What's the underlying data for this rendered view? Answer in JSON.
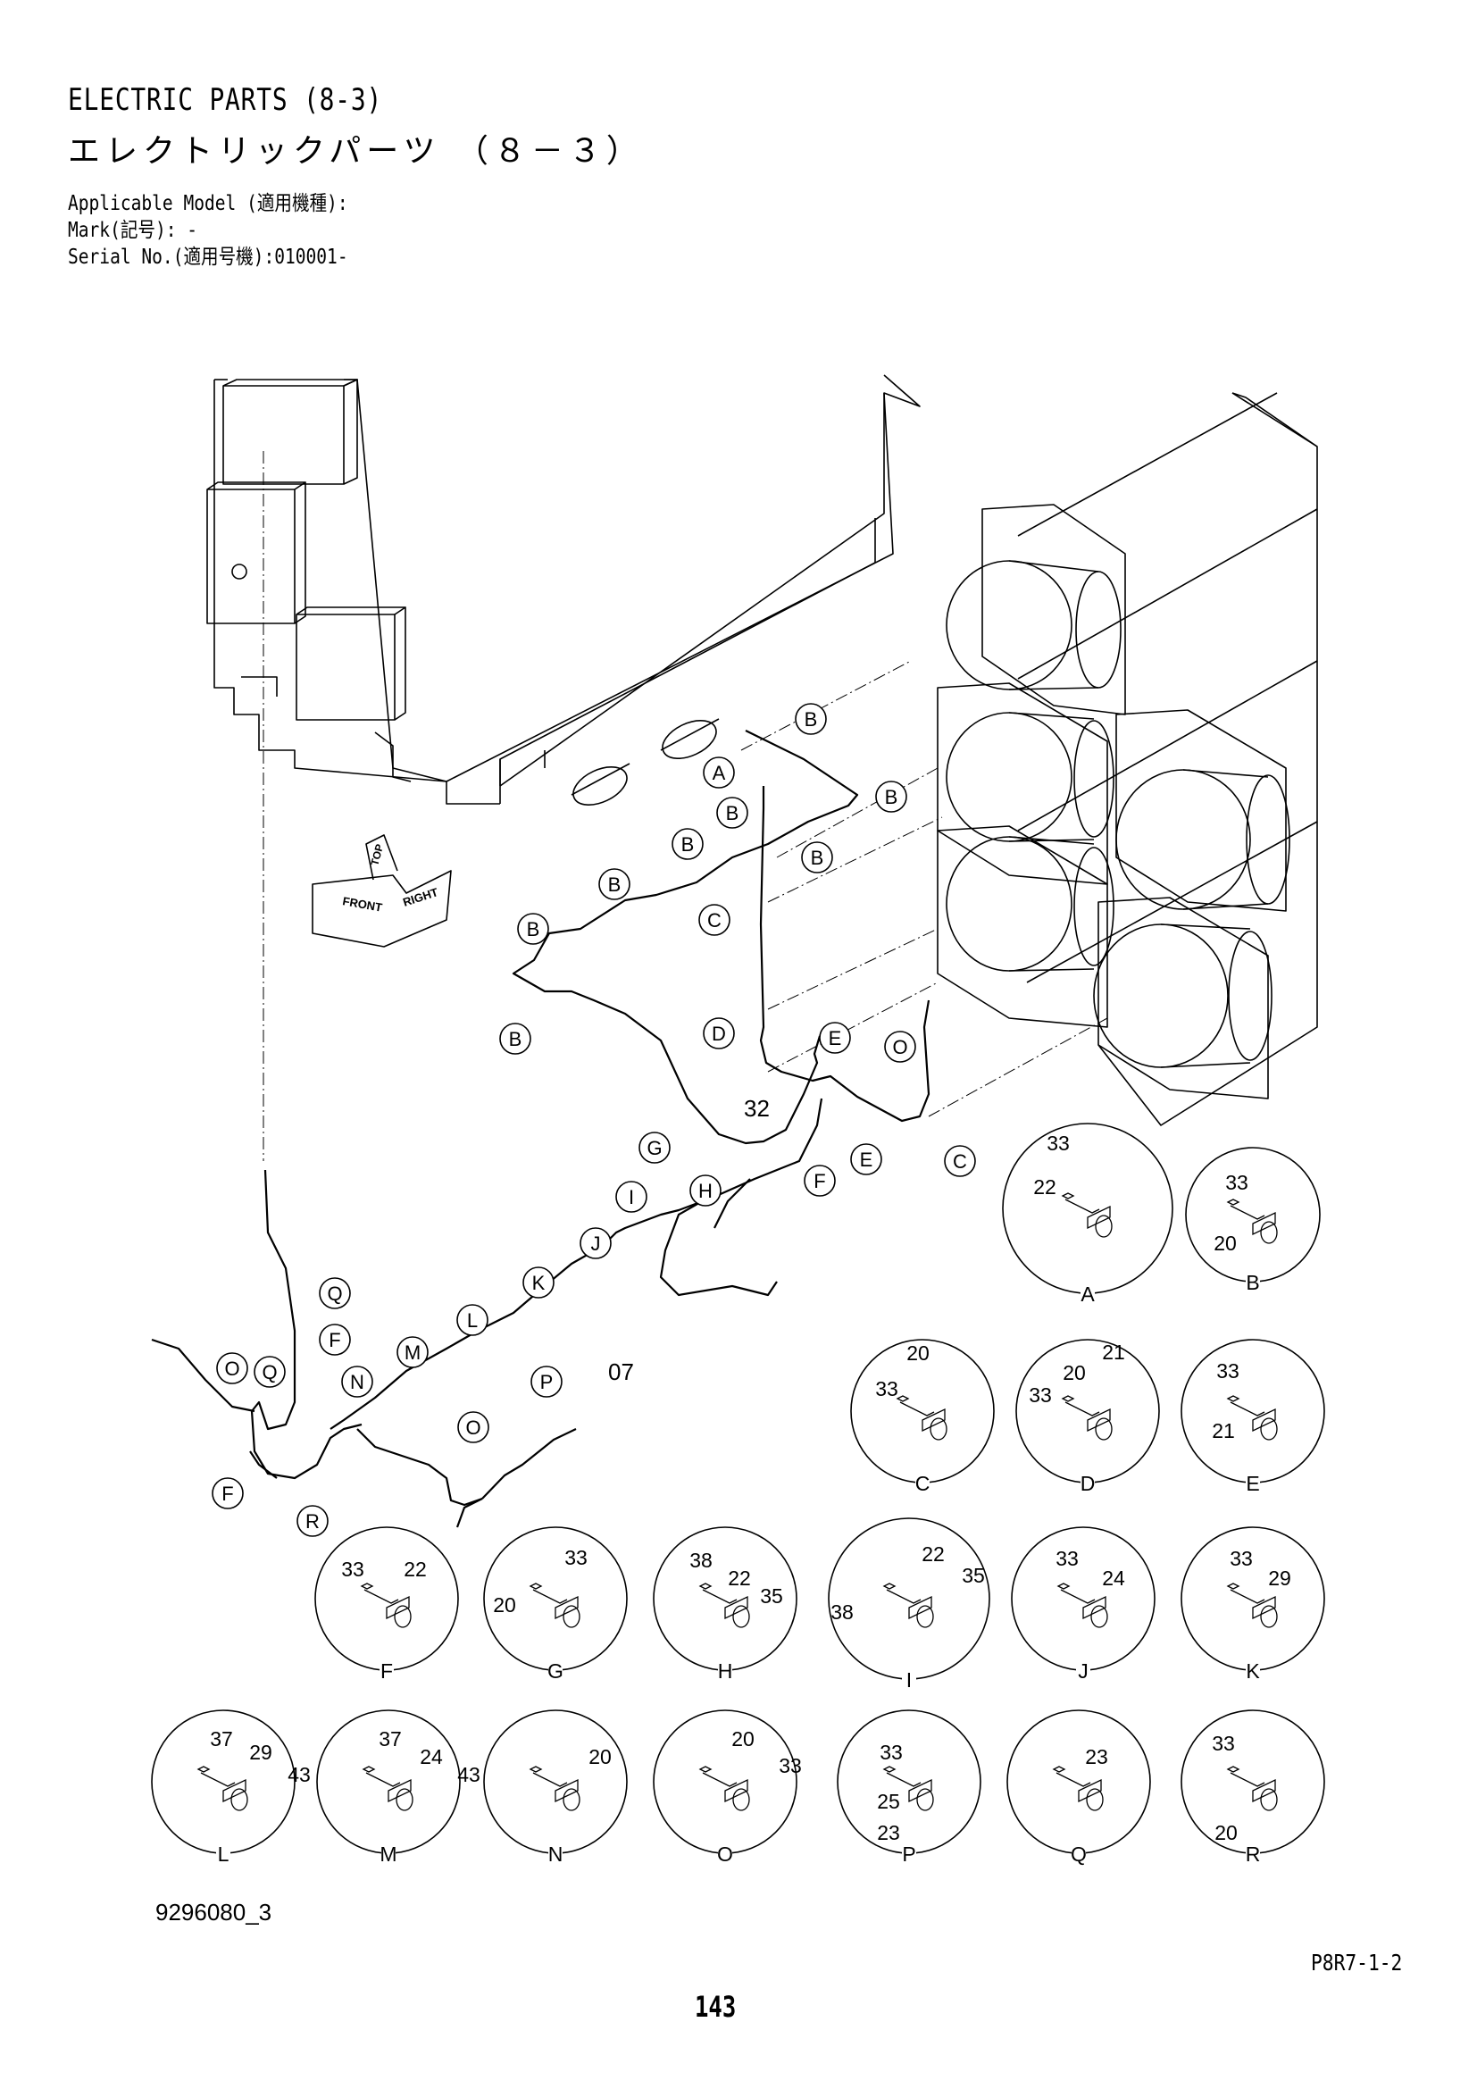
{
  "header": {
    "title_en": "ELECTRIC PARTS (8-3)",
    "title_ja": "エレクトリックパーツ （８－３）",
    "applicable_model": "Applicable Model (適用機種):",
    "mark": "Mark(記号): -",
    "serial_no": "Serial No.(適用号機):010001-"
  },
  "footer": {
    "drawing_id": "9296080_3",
    "page_code": "P8R7-1-2",
    "page_number": "143"
  },
  "harness_label": "07",
  "clamp_part_no": "32",
  "orientation": {
    "front": "FRONT",
    "right": "RIGHT",
    "top": "TOP"
  },
  "clamp_callouts": [
    "A",
    "B",
    "B",
    "B",
    "B",
    "B",
    "B",
    "B",
    "B",
    "C",
    "C",
    "D",
    "E",
    "E",
    "O",
    "G",
    "H",
    "I",
    "J",
    "K",
    "L",
    "M",
    "N",
    "O",
    "O",
    "P",
    "Q",
    "Q",
    "F",
    "F",
    "F",
    "R"
  ],
  "details": [
    {
      "letter": "A",
      "parts": [
        "33",
        "22"
      ]
    },
    {
      "letter": "B",
      "parts": [
        "33",
        "20"
      ]
    },
    {
      "letter": "C",
      "parts": [
        "20",
        "33"
      ]
    },
    {
      "letter": "D",
      "parts": [
        "21",
        "20",
        "33"
      ]
    },
    {
      "letter": "E",
      "parts": [
        "33",
        "21"
      ]
    },
    {
      "letter": "F",
      "parts": [
        "33",
        "22"
      ]
    },
    {
      "letter": "G",
      "parts": [
        "33",
        "20"
      ]
    },
    {
      "letter": "H",
      "parts": [
        "38",
        "22",
        "35"
      ]
    },
    {
      "letter": "I",
      "parts": [
        "22",
        "35",
        "38"
      ]
    },
    {
      "letter": "J",
      "parts": [
        "33",
        "24"
      ]
    },
    {
      "letter": "K",
      "parts": [
        "33",
        "29"
      ]
    },
    {
      "letter": "L",
      "parts": [
        "37",
        "29",
        "43"
      ]
    },
    {
      "letter": "M",
      "parts": [
        "37",
        "24",
        "43"
      ]
    },
    {
      "letter": "N",
      "parts": [
        "20"
      ]
    },
    {
      "letter": "O",
      "parts": [
        "20",
        "33"
      ]
    },
    {
      "letter": "P",
      "parts": [
        "33",
        "25",
        "23"
      ]
    },
    {
      "letter": "Q",
      "parts": [
        "23"
      ]
    },
    {
      "letter": "R",
      "parts": [
        "33",
        "20"
      ]
    }
  ]
}
